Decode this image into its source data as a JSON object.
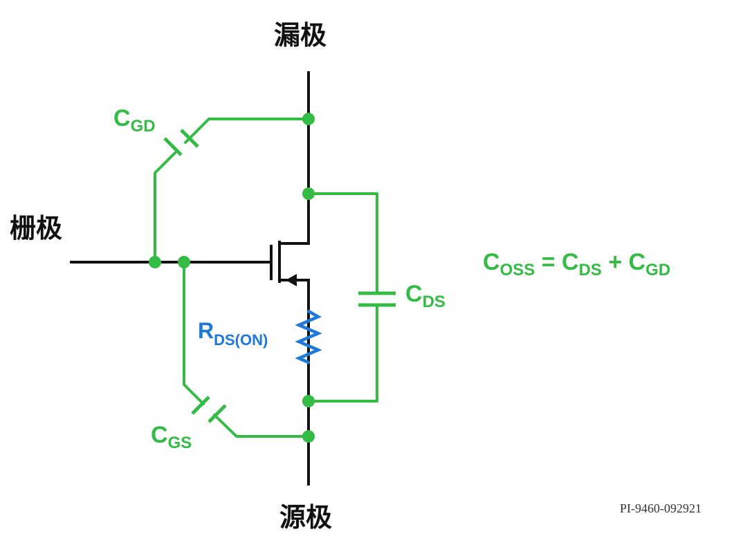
{
  "labels": {
    "drain": "漏极",
    "gate": "栅极",
    "source": "源极"
  },
  "capacitors": {
    "cgd": {
      "main": "C",
      "sub": "GD"
    },
    "cds": {
      "main": "C",
      "sub": "DS"
    },
    "cgs": {
      "main": "C",
      "sub": "GS"
    }
  },
  "resistor": {
    "main": "R",
    "sub": "DS(ON)"
  },
  "equation": {
    "lhs_main": "C",
    "lhs_sub": "OSS",
    "eq": " = ",
    "t1_main": "C",
    "t1_sub": "DS",
    "plus": " + ",
    "t2_main": "C",
    "t2_sub": "GD"
  },
  "figure_id": "PI-9460-092921",
  "colors": {
    "wire": "#111111",
    "capacitance": "#33bb44",
    "resistance": "#1e78d8"
  }
}
